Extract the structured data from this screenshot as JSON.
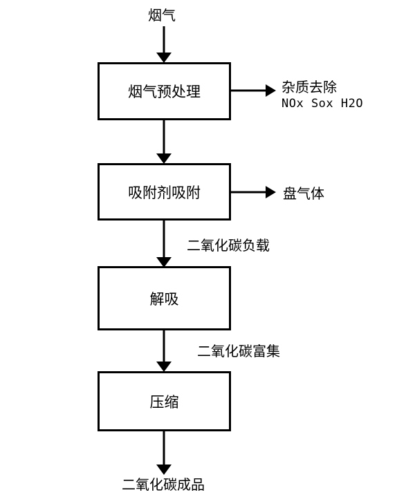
{
  "input": {
    "label": "烟气"
  },
  "steps": [
    {
      "label": "烟气预处理"
    },
    {
      "label": "吸附剂吸附"
    },
    {
      "label": "解吸"
    },
    {
      "label": "压缩"
    }
  ],
  "side_outputs": {
    "impurity_title": "杂质去除",
    "impurity_detail": "NOx Sox H2O",
    "waste_gas": "盘气体"
  },
  "flow_labels": {
    "loaded": "二氧化碳负载",
    "enriched": "二氧化碳富集"
  },
  "product": {
    "label": "二氧化碳成品"
  }
}
